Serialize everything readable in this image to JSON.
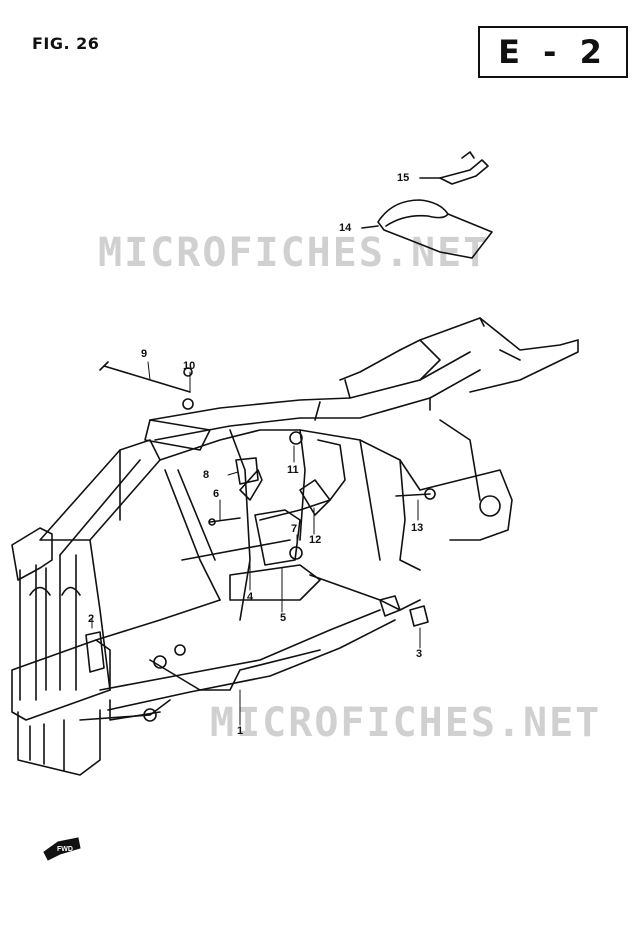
{
  "figure": {
    "title": "FIG. 26",
    "section": "E - 2"
  },
  "watermark": "MICROFICHES.NET",
  "fwd_label": "FWD",
  "callouts": [
    {
      "id": "c1",
      "text": "1"
    },
    {
      "id": "c2",
      "text": "2"
    },
    {
      "id": "c3",
      "text": "3"
    },
    {
      "id": "c4",
      "text": "4"
    },
    {
      "id": "c5",
      "text": "5"
    },
    {
      "id": "c6",
      "text": "6"
    },
    {
      "id": "c7",
      "text": "7"
    },
    {
      "id": "c8",
      "text": "8"
    },
    {
      "id": "c9",
      "text": "9"
    },
    {
      "id": "c10",
      "text": "10"
    },
    {
      "id": "c11",
      "text": "11"
    },
    {
      "id": "c12",
      "text": "12"
    },
    {
      "id": "c13",
      "text": "13"
    },
    {
      "id": "c14",
      "text": "14"
    },
    {
      "id": "c15",
      "text": "15"
    }
  ]
}
